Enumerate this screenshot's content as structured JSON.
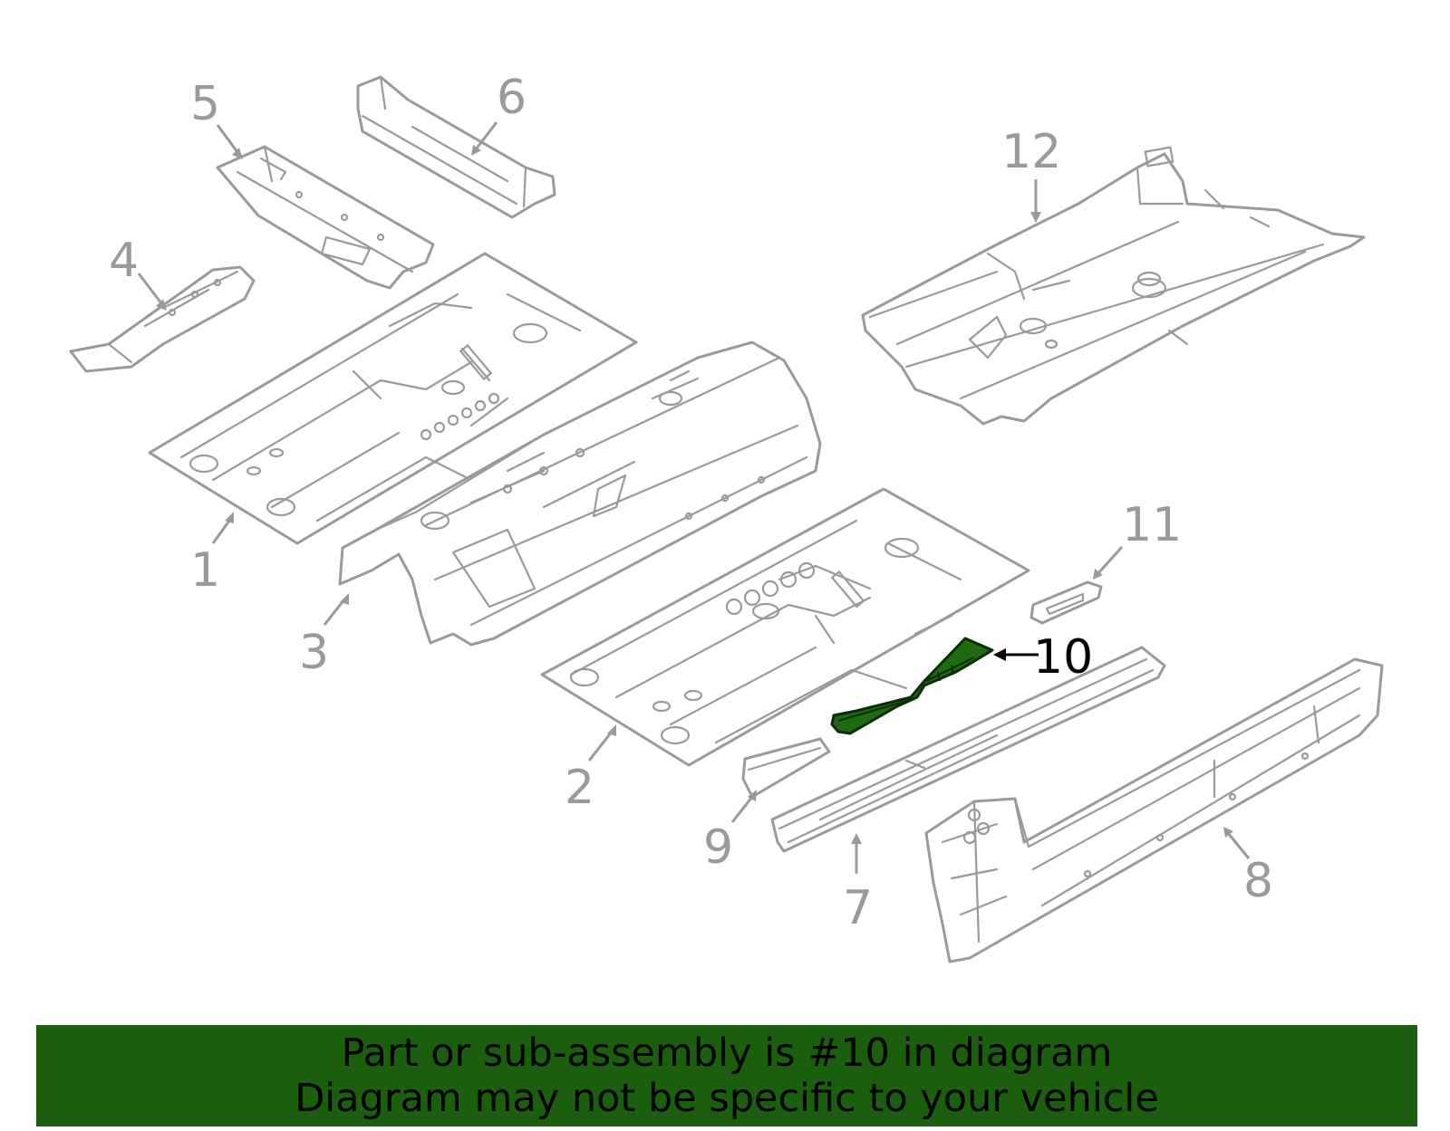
{
  "diagram": {
    "callouts": [
      "1",
      "2",
      "3",
      "4",
      "5",
      "6",
      "7",
      "8",
      "9",
      "10",
      "11",
      "12"
    ],
    "highlighted_callout": "10",
    "colors": {
      "part_outline": "#9a9a9a",
      "highlight_fill": "#1f6b12",
      "highlight_label": "#000000",
      "background": "#ffffff"
    }
  },
  "banner": {
    "line1": "Part or sub-assembly is #10 in diagram",
    "line2": "Diagram may not be specific to your vehicle",
    "color": "#1a5e0e"
  }
}
